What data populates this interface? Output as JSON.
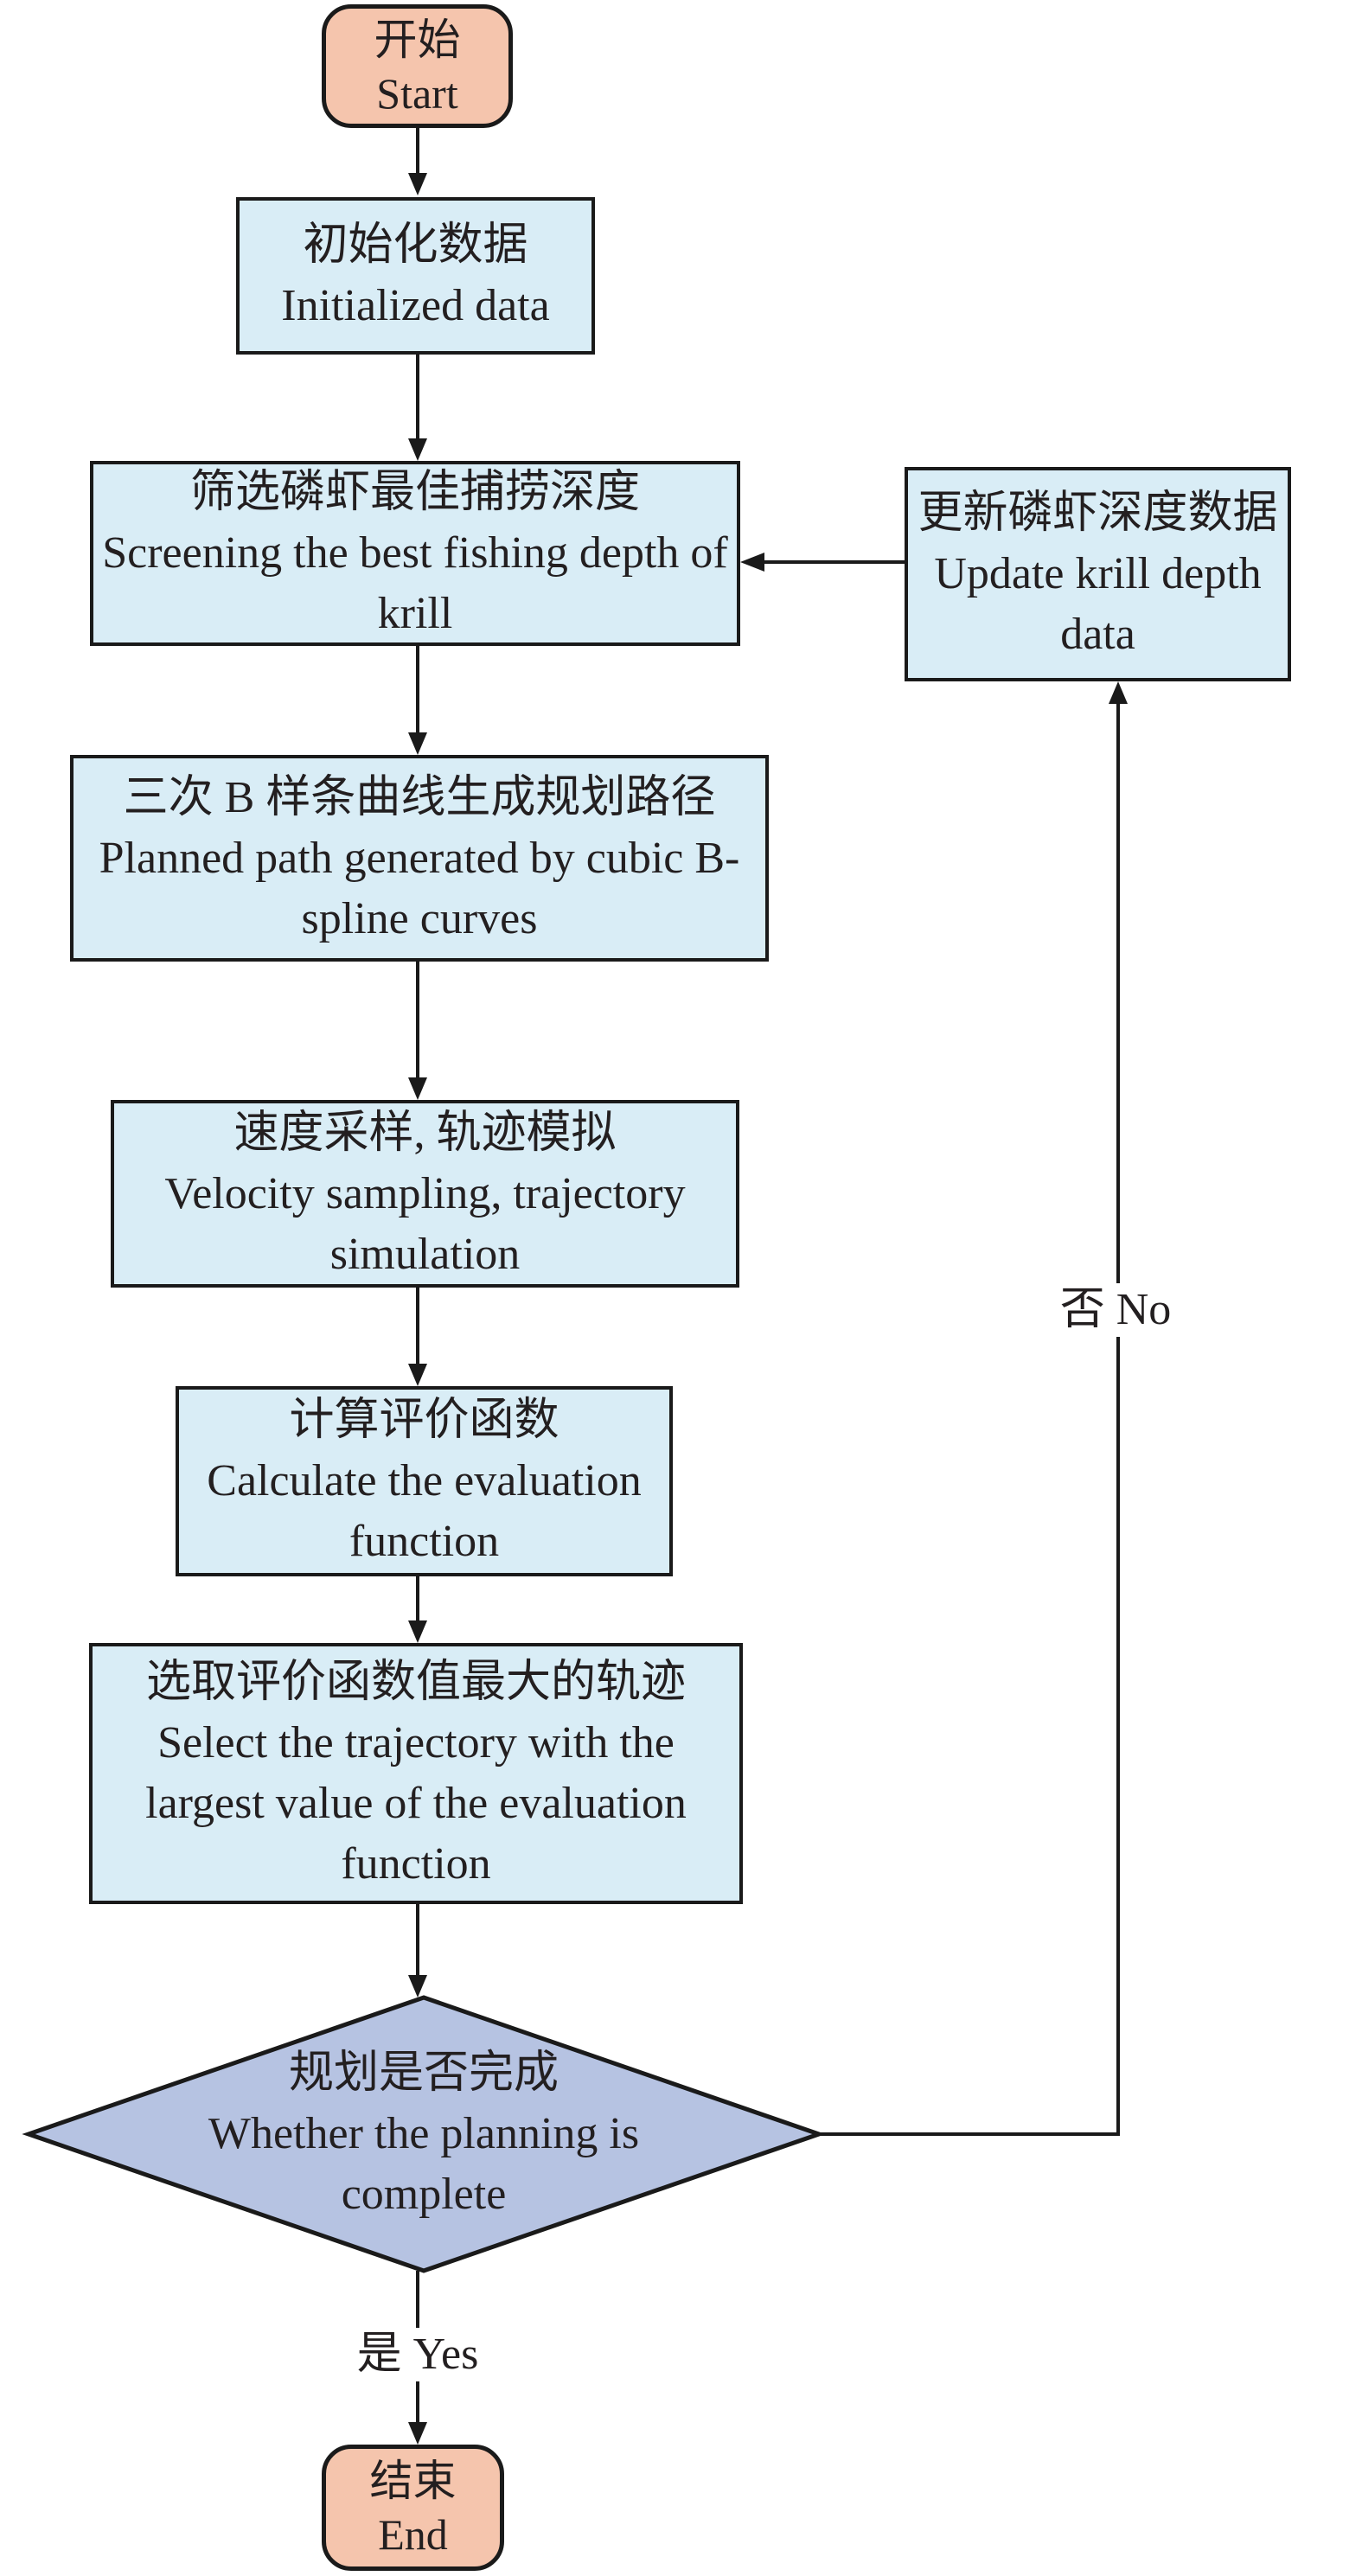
{
  "flowchart": {
    "nodes": {
      "start": {
        "zh": "开始",
        "en": "Start"
      },
      "init_data": {
        "zh": "初始化数据",
        "en": "Initialized data"
      },
      "screening": {
        "zh": "筛选磷虾最佳捕捞深度",
        "en": "Screening the best fishing depth of krill"
      },
      "bspline": {
        "zh": "三次 B 样条曲线生成规划路径",
        "en": "Planned path generated by cubic B-spline curves"
      },
      "velocity": {
        "zh": "速度采样, 轨迹模拟",
        "en": "Velocity sampling, trajectory simulation"
      },
      "calculate": {
        "zh": "计算评价函数",
        "en": "Calculate the evaluation function"
      },
      "select": {
        "zh": "选取评价函数值最大的轨迹",
        "en": "Select the trajectory with the largest value of the evaluation function"
      },
      "decision": {
        "zh": "规划是否完成",
        "en": "Whether the planning is complete"
      },
      "update": {
        "zh": "更新磷虾深度数据",
        "en": "Update krill depth data"
      },
      "end": {
        "zh": "结束",
        "en": "End"
      }
    },
    "edge_labels": {
      "yes": "是 Yes",
      "no": "否 No"
    },
    "colors": {
      "terminal_fill": "#f5c5ad",
      "process_fill": "#d9edf6",
      "decision_fill": "#b6c3e2",
      "line": "#1a1a1a",
      "text": "#231f20"
    }
  }
}
